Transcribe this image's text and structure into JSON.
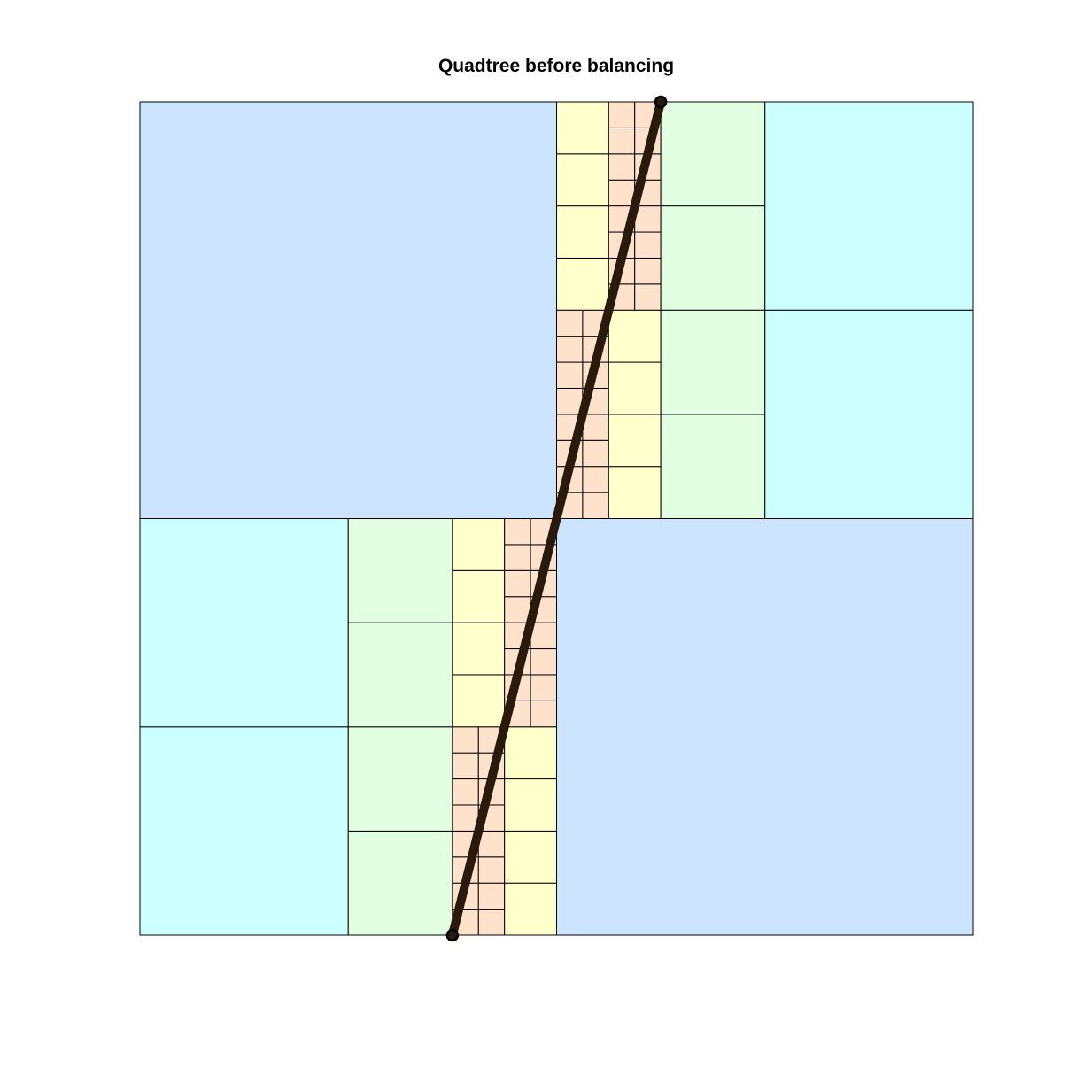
{
  "title": "Quadtree before balancing",
  "domain": {
    "xmin": 0,
    "xmax": 1,
    "ymin": 0,
    "ymax": 1
  },
  "level_colors": {
    "1": "#cce4ff",
    "2": "#ccffff",
    "3": "#e2ffe2",
    "4": "#ffffcc",
    "5": "#ffe2cc"
  },
  "edge_color": "#000000",
  "segment": {
    "from": [
      0.375,
      0
    ],
    "to": [
      0.625,
      1
    ],
    "color": "#2a1a0c",
    "marker_color": "#000000"
  }
}
